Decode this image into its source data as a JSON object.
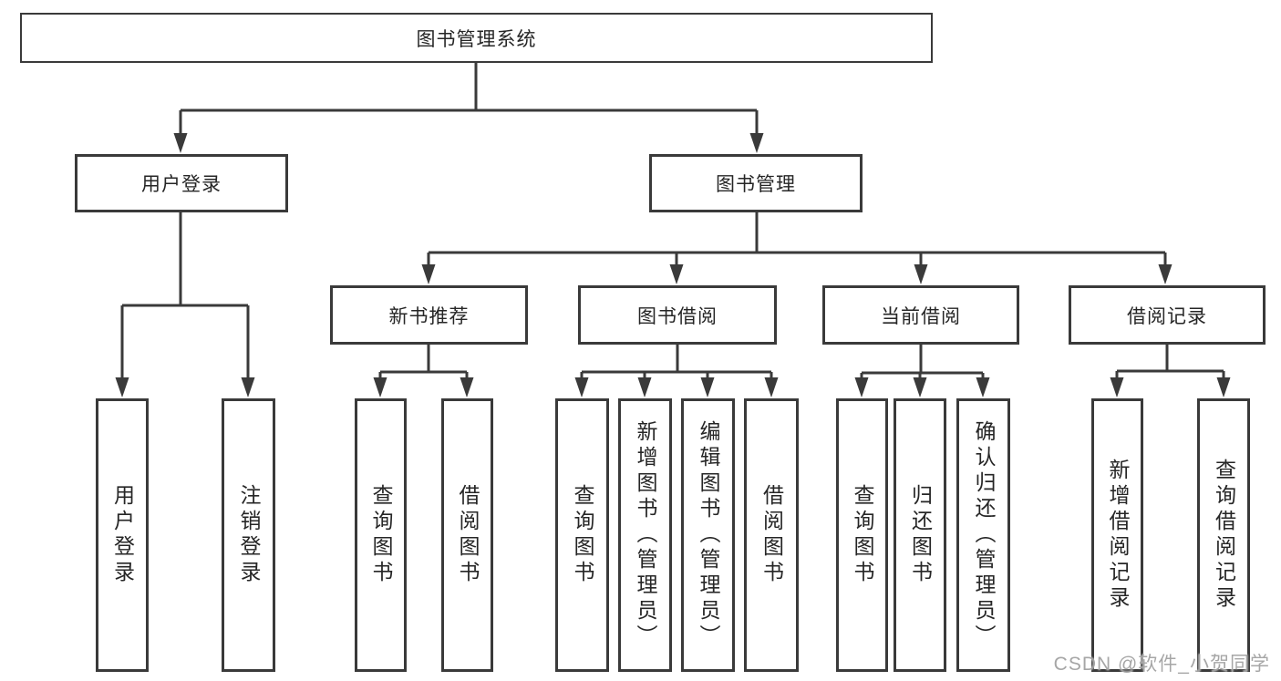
{
  "colors": {
    "background": "#ffffff",
    "line": "#3a3a3a",
    "box_border": "#3a3a3a",
    "text": "#262626",
    "watermark": "#9e9e9e"
  },
  "tree": {
    "label": "图书管理系统",
    "children": [
      {
        "label": "用户登录",
        "children": [
          {
            "label": "用户登录"
          },
          {
            "label": "注销登录"
          }
        ]
      },
      {
        "label": "图书管理",
        "children": [
          {
            "label": "新书推荐",
            "children": [
              {
                "label": "查询图书"
              },
              {
                "label": "借阅图书"
              }
            ]
          },
          {
            "label": "图书借阅",
            "children": [
              {
                "label": "查询图书"
              },
              {
                "label": "新增图书（管理员）"
              },
              {
                "label": "编辑图书（管理员）"
              },
              {
                "label": "借阅图书"
              }
            ]
          },
          {
            "label": "当前借阅",
            "children": [
              {
                "label": "查询图书"
              },
              {
                "label": "归还图书"
              },
              {
                "label": "确认归还（管理员）"
              }
            ]
          },
          {
            "label": "借阅记录",
            "children": [
              {
                "label": "新增借阅记录"
              },
              {
                "label": "查询借阅记录"
              }
            ]
          }
        ]
      }
    ]
  },
  "watermark": {
    "text": "CSDN @软件_小贺同学"
  }
}
